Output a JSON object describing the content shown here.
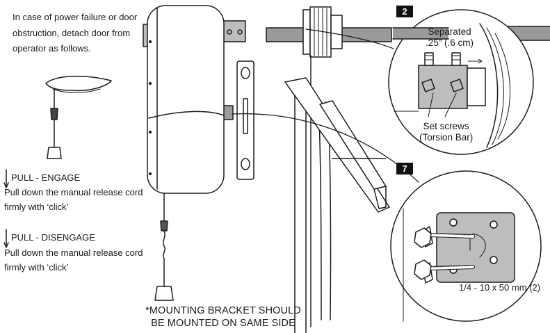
{
  "instructions": {
    "intro": "In case of power failure or door obstruction, detach door from operator as follows.",
    "engage_heading": "PULL - ENGAGE",
    "engage_text": "Pull down the manual release cord firmly with ‘click’",
    "disengage_heading": "PULL - DISENGAGE",
    "disengage_text": "Pull down the manual release cord firmly with ‘click’"
  },
  "note": "*MOUNTING BRACKET SHOULD BE MOUNTED ON SAME SIDE",
  "callout_top": {
    "badge": "2",
    "separated_line1": "Separated",
    "separated_line2": ".25” (.6 cm)",
    "set_screws_line1": "Set screws",
    "set_screws_line2": "(Torsion Bar)"
  },
  "callout_bottom": {
    "badge": "7",
    "bolt_spec": "1/4 - 10 x 50 mm (2)"
  },
  "icons": {
    "arrow": "down-arrow-icon",
    "handle": "release-handle-icon",
    "operator": "garage-door-operator-icon"
  }
}
